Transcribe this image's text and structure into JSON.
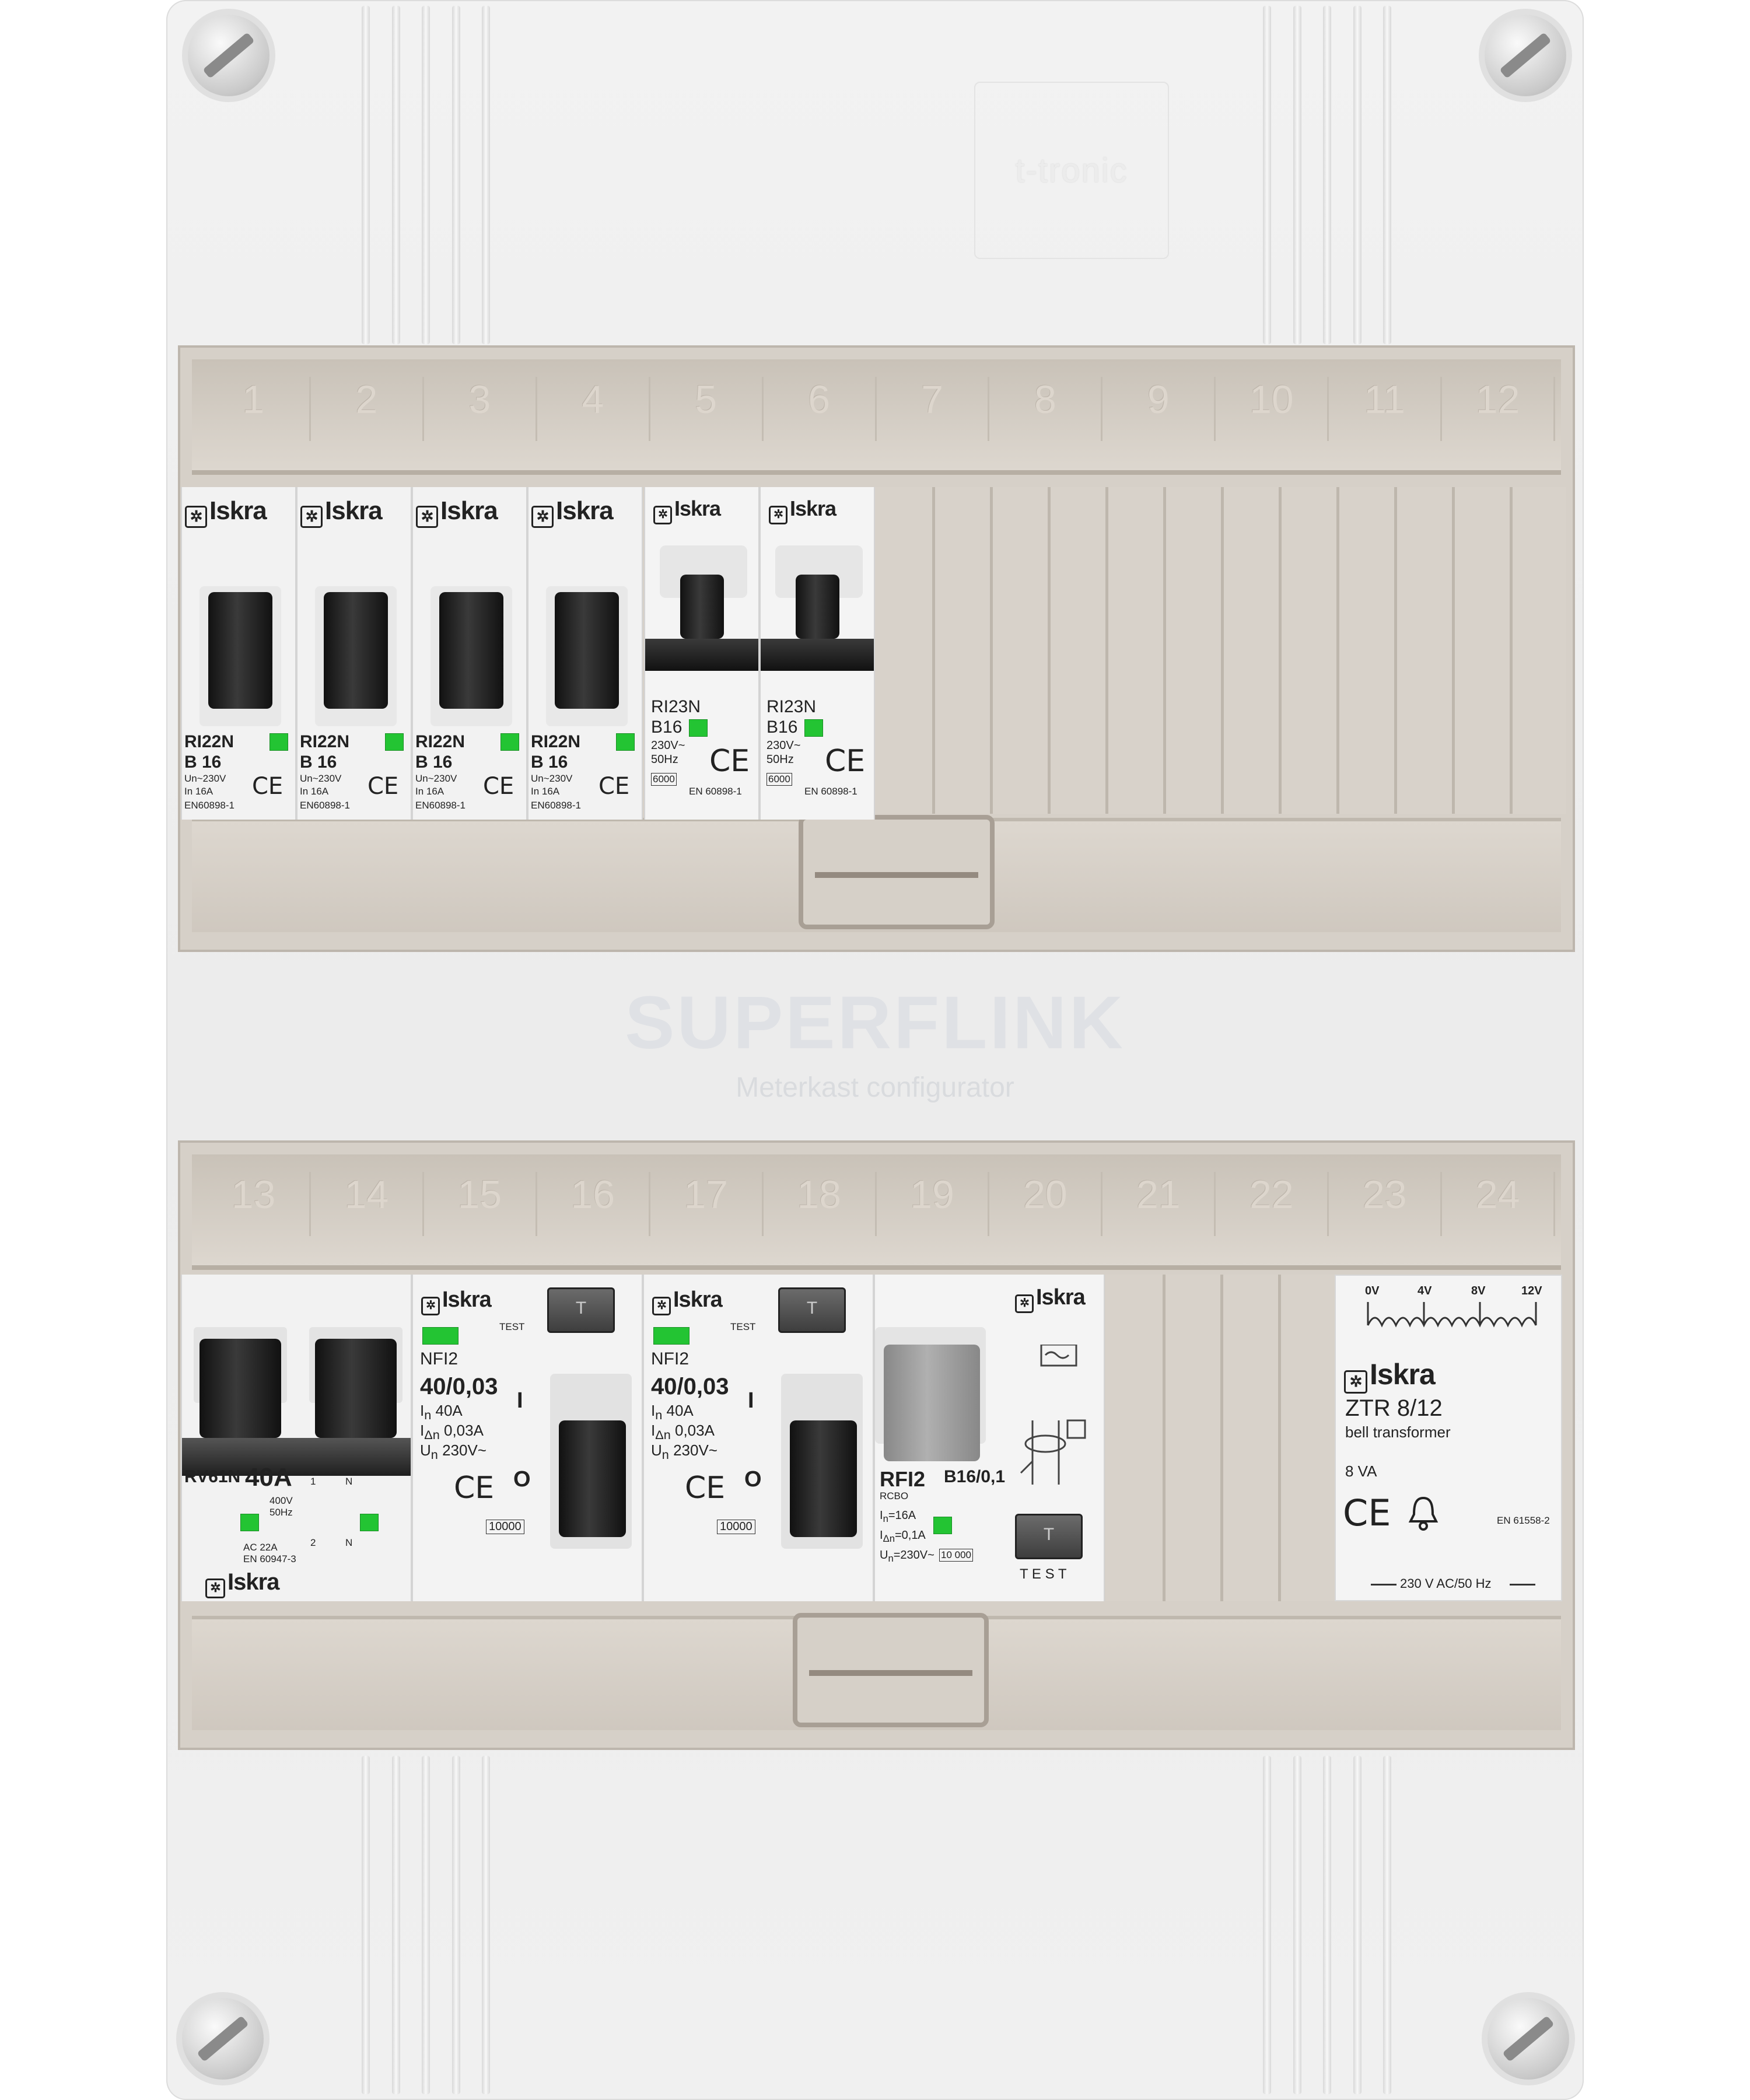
{
  "housing": {
    "brand_plate": "t-tronic"
  },
  "branding": {
    "title": "SUPERFLINK",
    "subtitle": "Meterkast configurator"
  },
  "rail_top": {
    "slots": [
      "1",
      "2",
      "3",
      "4",
      "5",
      "6",
      "7",
      "8",
      "9",
      "10",
      "11",
      "12"
    ]
  },
  "rail_bottom": {
    "slots": [
      "13",
      "14",
      "15",
      "16",
      "17",
      "18",
      "19",
      "20",
      "21",
      "22",
      "23",
      "24"
    ]
  },
  "brand": "Iskra",
  "top_modules": [
    {
      "model": "RI22N",
      "rating": "B 16",
      "line1": "Un~230V",
      "line2": "In 16A",
      "std": "EN60898-1"
    },
    {
      "model": "RI22N",
      "rating": "B 16",
      "line1": "Un~230V",
      "line2": "In 16A",
      "std": "EN60898-1"
    },
    {
      "model": "RI22N",
      "rating": "B 16",
      "line1": "Un~230V",
      "line2": "In 16A",
      "std": "EN60898-1"
    },
    {
      "model": "RI22N",
      "rating": "B 16",
      "line1": "Un~230V",
      "line2": "In 16A",
      "std": "EN60898-1"
    }
  ],
  "top_modules_b": [
    {
      "model": "RI23N",
      "rating": "B16",
      "line1": "230V~",
      "line2": "50Hz",
      "cap": "6000",
      "std": "EN 60898-1"
    },
    {
      "model": "RI23N",
      "rating": "B16",
      "line1": "230V~",
      "line2": "50Hz",
      "cap": "6000",
      "std": "EN 60898-1"
    }
  ],
  "main_switch": {
    "model": "RV61N",
    "rating": "40A",
    "spec1": "400V",
    "spec2": "50Hz",
    "spec3": "AC 22A",
    "std": "EN 60947-3",
    "t1": "1",
    "t2": "N",
    "t3": "2",
    "t4": "N"
  },
  "rcds": [
    {
      "test": "TEST",
      "model": "NFI2",
      "rating": "40/0,03",
      "in": "40A",
      "idn": "0,03A",
      "un": "230V~",
      "cap": "10000"
    },
    {
      "test": "TEST",
      "model": "NFI2",
      "rating": "40/0,03",
      "in": "40A",
      "idn": "0,03A",
      "un": "230V~",
      "cap": "10000"
    }
  ],
  "rcbo": {
    "model": "RFI2",
    "type": "RCBO",
    "rating": "B16/0,1",
    "in": "=16A",
    "idn": "=0,1A",
    "un": "=230V~",
    "cap": "10 000",
    "test": "T E S T"
  },
  "transformer": {
    "taps": [
      "0V",
      "4V",
      "8V",
      "12V"
    ],
    "model": "ZTR 8/12",
    "desc": "bell transformer",
    "power": "8 VA",
    "std": "EN 61558-2",
    "supply": "230 V AC/50 Hz"
  }
}
